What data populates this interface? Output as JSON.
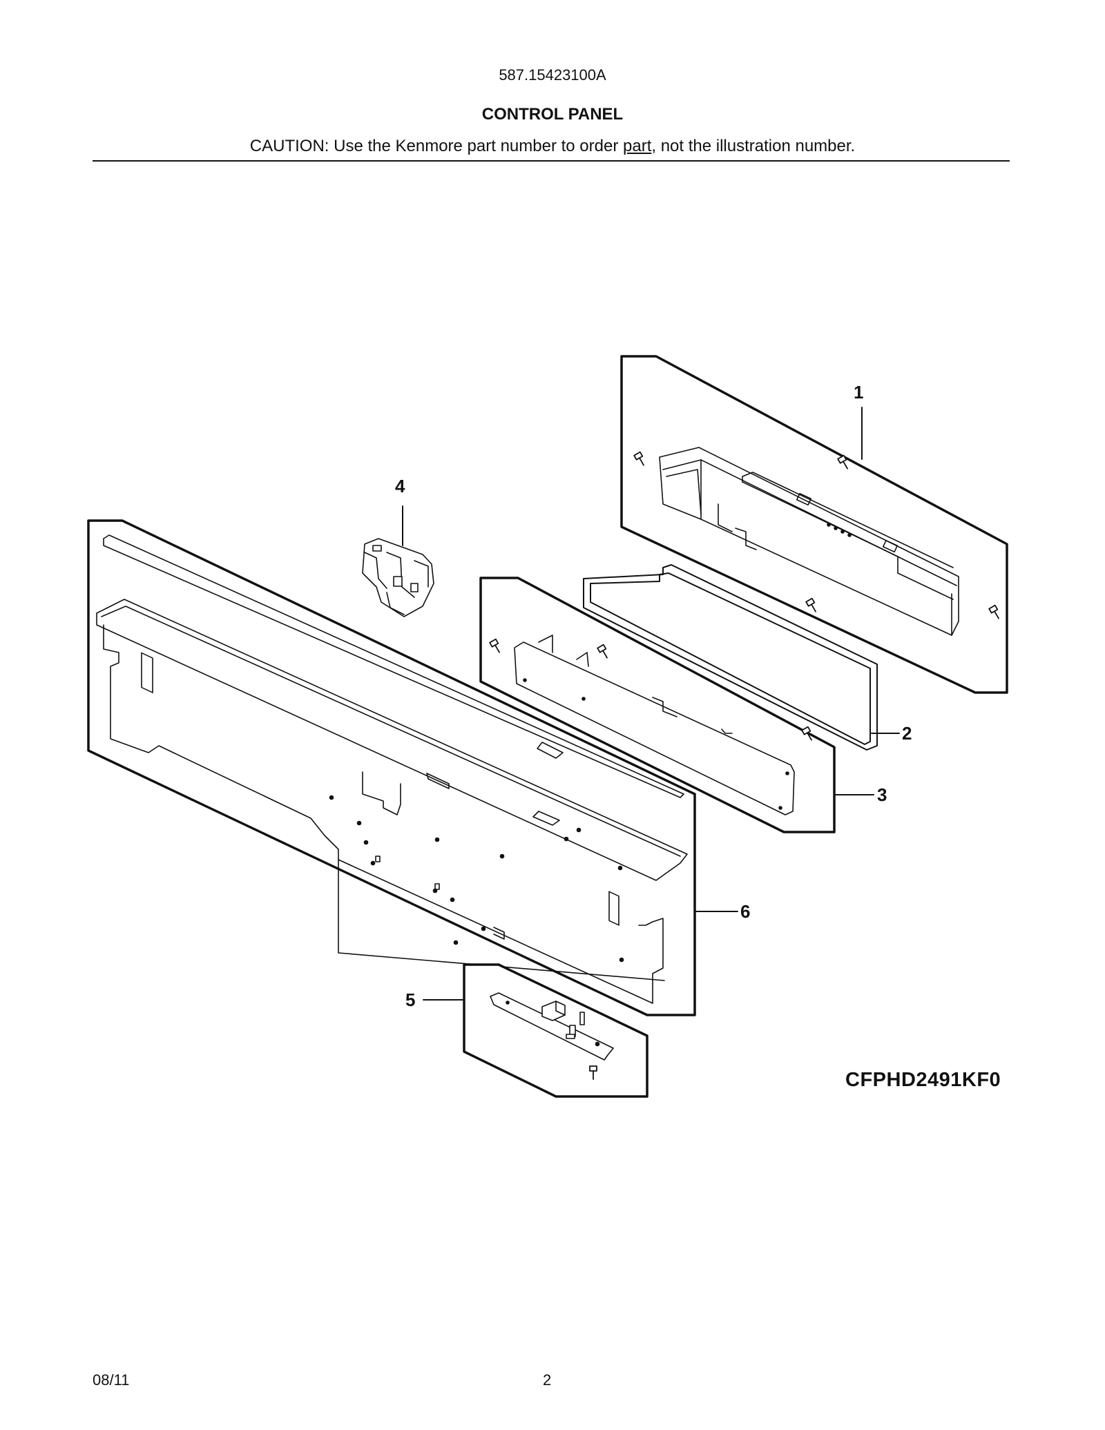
{
  "header": {
    "model": "587.15423100A",
    "title": "CONTROL PANEL",
    "caution_prefix": "CAUTION: Use the Kenmore part number to order ",
    "caution_link": "part",
    "caution_suffix": ", not the illustration number."
  },
  "callouts": {
    "c1": "1",
    "c2": "2",
    "c3": "3",
    "c4": "4",
    "c5": "5",
    "c6": "6"
  },
  "diagram_code": "CFPHD2491KF0",
  "footer": {
    "date": "08/11",
    "page": "2"
  }
}
